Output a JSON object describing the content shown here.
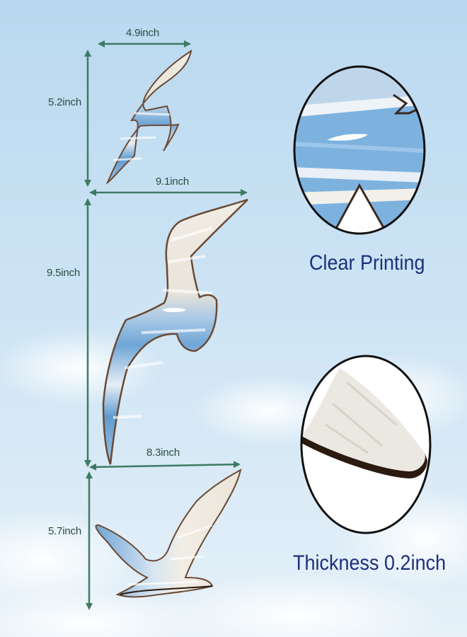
{
  "dimensions": {
    "small_width": "4.9inch",
    "small_height": "5.2inch",
    "large_width": "9.1inch",
    "large_height": "9.5inch",
    "medium_width": "8.3inch",
    "medium_height": "5.7inch"
  },
  "captions": {
    "printing": "Clear Printing",
    "thickness": "Thickness 0.2inch"
  },
  "colors": {
    "sky": "#c8e1f3",
    "arrow": "#3f7a63",
    "caption_text": "#1f2f7a",
    "wood_white": "#f1ede4",
    "wood_blue": "#6fa6d6",
    "edge_brown": "#6a4a35"
  }
}
